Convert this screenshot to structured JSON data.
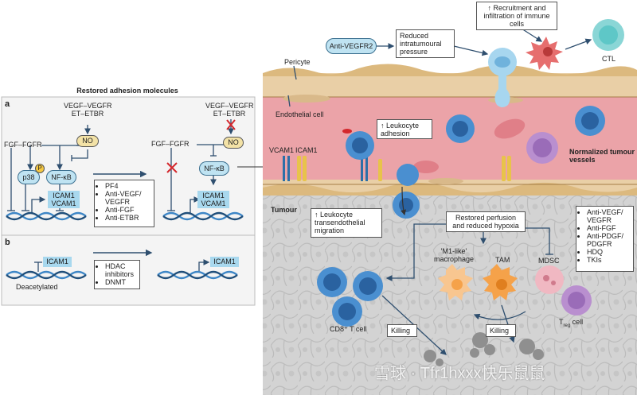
{
  "panel_title": "Restored adhesion molecules",
  "panel_a": {
    "letter": "a",
    "left": {
      "vegf_vegfr": "VEGF–VEGFR",
      "et_etbr": "ET–ETBR",
      "no": "NO",
      "fgf_fgfr": "FGF–FGFR",
      "p38": "p38",
      "p": "P",
      "nfkb": "NF-κB",
      "icam1": "ICAM1",
      "vcam1": "VCAM1"
    },
    "drugs": [
      "PF4",
      "Anti-VEGF/ VEGFR",
      "Anti-FGF",
      "Anti-ETBR"
    ],
    "right": {
      "vegf_vegfr": "VEGF–VEGFR",
      "et_etbr": "ET–ETBR",
      "no": "NO",
      "fgf_fgfr": "FGF–FGFR",
      "nfkb": "NF-κB",
      "icam1": "ICAM1",
      "vcam1": "VCAM1"
    }
  },
  "panel_b": {
    "letter": "b",
    "icam1_left": "ICAM1",
    "deacetylated": "Deacetylated",
    "drugs": [
      "HDAC inhibitors",
      "DNMT"
    ],
    "icam1_right": "ICAM1"
  },
  "vessel": {
    "anti_vegfr2": "Anti-VEGFR2",
    "reduced_pressure": "Reduced intratumoural pressure",
    "recruitment": "↑ Recruitment and infiltration of immune cells",
    "ctl": "CTL",
    "pericyte": "Pericyte",
    "endothelial_cell": "Endothelial cell",
    "leukocyte_adhesion": "↑ Leukocyte adhesion",
    "vcam1": "VCAM1",
    "icam1": "ICAM1",
    "normalized": "Normalized tumour vessels"
  },
  "tumour": {
    "label": "Tumour",
    "transendothelial": "↑ Leukocyte transendothelial migration",
    "restored_perfusion": "Restored perfusion and reduced hypoxia",
    "drug_list": [
      "Anti-VEGF/ VEGFR",
      "Anti-FGF",
      "Anti-PDGF/ PDGFR",
      "HDQ",
      "TKIs"
    ],
    "m1_macrophage": "'M1-like' macrophage",
    "tam": "TAM",
    "mdsc": "MDSC",
    "cd8": "CD8⁺ T cell",
    "killing_left": "Killing",
    "killing_right": "Killing",
    "treg": "T",
    "treg_sub": "reg",
    "treg_suffix": " cell"
  },
  "watermark": "雪球 · Tfr1hxxx快乐鼠鼠",
  "colors": {
    "tumour_bg": "#d9d9d9",
    "vessel_lumen": "#eba3a8",
    "endothelium": "#e9cfa6",
    "receptor_blue": "#a8d8ee",
    "no_oval": "#f3e2a6",
    "tcell_blue": "#2d6fa8",
    "macrophage_orange": "#f5a24a",
    "mdsc_pink": "#f0b8c2",
    "treg_purple": "#9a6cb8",
    "ctl_teal": "#5ec7c7",
    "inhibit_red": "#d4282d"
  }
}
